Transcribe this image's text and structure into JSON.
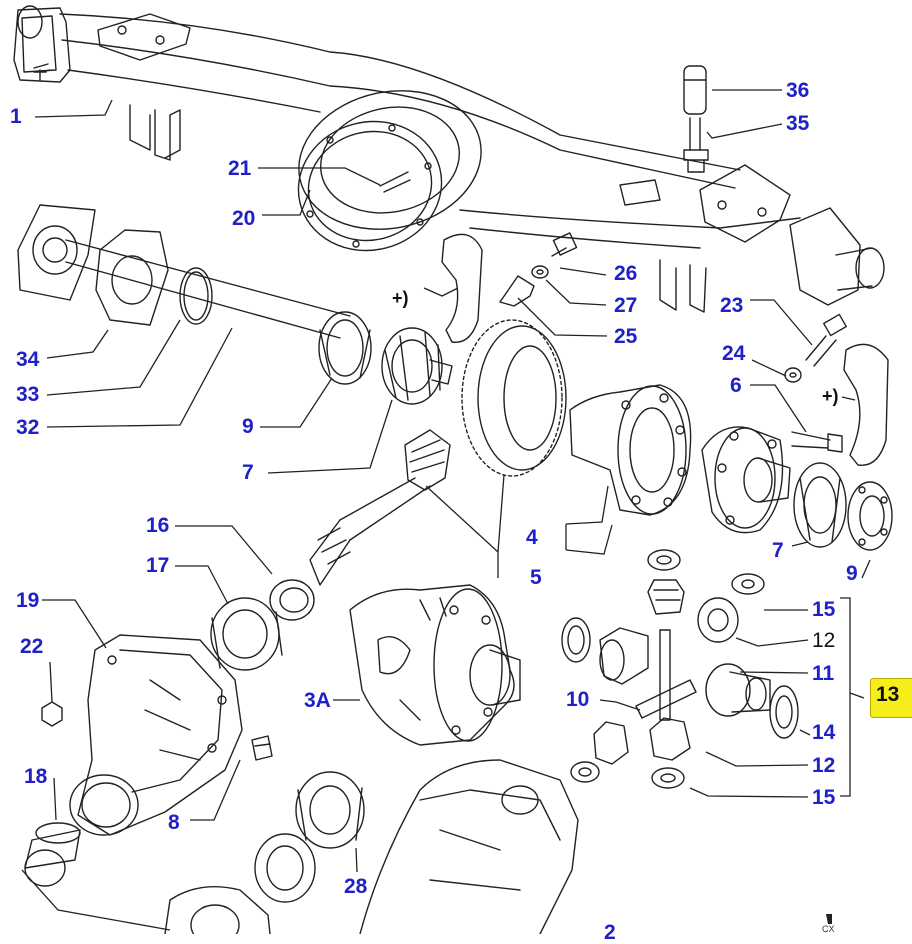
{
  "colors": {
    "label": "#2020c8",
    "line": "#222222",
    "highlight": "#f5ee1a"
  },
  "labels": {
    "n1": "1",
    "n2": "2",
    "n3A": "3A",
    "n4": "4",
    "n5": "5",
    "n6": "6",
    "n7a": "7",
    "n7b": "7",
    "n8": "8",
    "n9a": "9",
    "n9b": "9",
    "n10": "10",
    "n11": "11",
    "n12a": "12",
    "n12b": "12",
    "n13": "13",
    "n14": "14",
    "n15a": "15",
    "n15b": "15",
    "n16": "16",
    "n17": "17",
    "n18": "18",
    "n19": "19",
    "n20": "20",
    "n21": "21",
    "n22": "22",
    "n23": "23",
    "n24": "24",
    "n25": "25",
    "n26": "26",
    "n27": "27",
    "n28": "28",
    "n32": "32",
    "n33": "33",
    "n34": "34",
    "n35": "35",
    "n36": "36",
    "plus1": "+)",
    "plus2": "+)",
    "corner": "CX"
  },
  "icons": {
    "corner_mark": "corner-mark-icon"
  }
}
